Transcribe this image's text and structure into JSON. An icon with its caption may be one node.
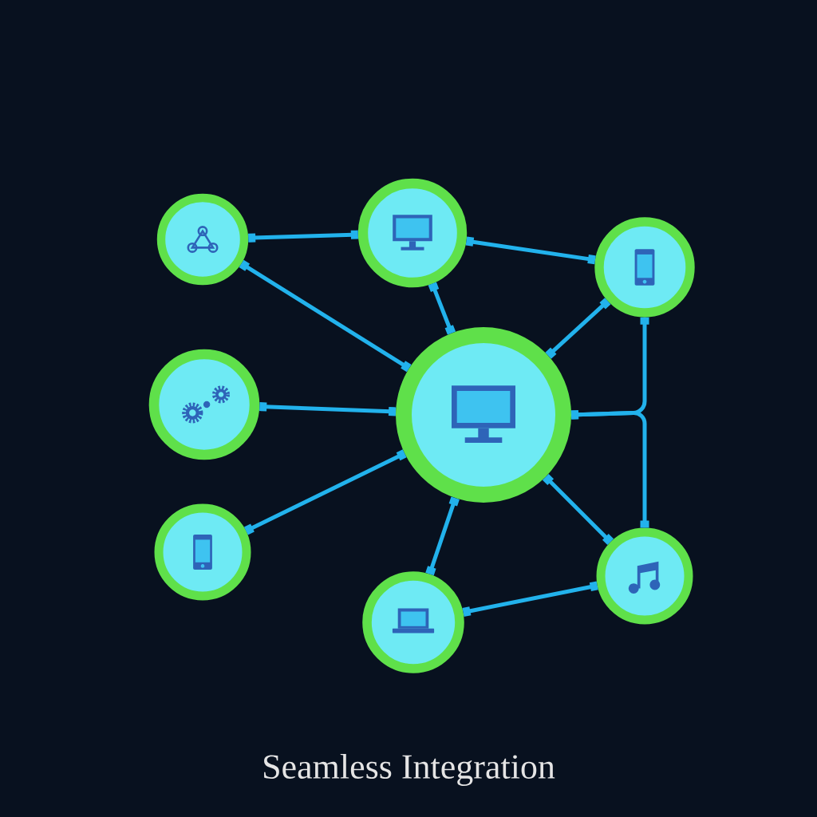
{
  "diagram": {
    "title": "Seamless Integration",
    "nodes": [
      {
        "text": [],
        "shape": "circle"
      },
      {
        "text": [],
        "shape": "circle"
      },
      {
        "text": [],
        "shape": "circle"
      },
      {
        "text": [],
        "shape": "circle"
      },
      {
        "text": [],
        "shape": "circle"
      },
      {
        "text": [],
        "shape": "circle"
      },
      {
        "text": [],
        "shape": "circle"
      },
      {
        "text": [],
        "shape": "circle"
      }
    ],
    "edges": [
      {
        "from": 0,
        "to": 1,
        "arrow": "other"
      },
      {
        "from": 1,
        "to": 2,
        "arrow": "other"
      },
      {
        "from": 0,
        "to": 4,
        "arrow": "other"
      },
      {
        "from": 1,
        "to": 4,
        "arrow": "other"
      },
      {
        "from": 2,
        "to": 4,
        "arrow": "other"
      },
      {
        "from": 3,
        "to": 4,
        "arrow": "other"
      },
      {
        "from": 5,
        "to": 4,
        "arrow": "other"
      },
      {
        "from": 4,
        "to": 2,
        "arrow": "other"
      },
      {
        "from": 4,
        "to": 7,
        "arrow": "other"
      },
      {
        "from": 4,
        "to": 6,
        "arrow": "other"
      },
      {
        "from": 4,
        "to": 7,
        "arrow": "other"
      },
      {
        "from": 6,
        "to": 7,
        "arrow": "other"
      }
    ]
  }
}
